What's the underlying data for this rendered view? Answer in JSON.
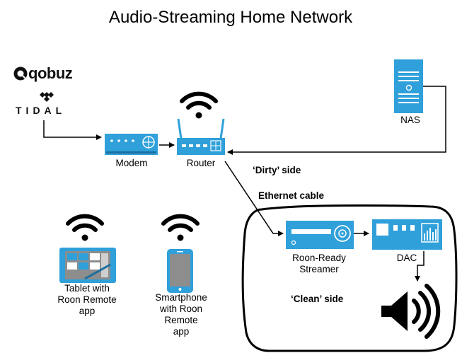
{
  "title": "Audio-Streaming Home Network",
  "services": {
    "qobuz": "qobuz",
    "tidal": "TIDAL"
  },
  "devices": {
    "modem": "Modem",
    "router": "Router",
    "nas": "NAS",
    "streamer": [
      "Roon-Ready",
      "Streamer"
    ],
    "dac": "DAC",
    "tablet": [
      "Tablet with",
      "Roon Remote",
      "app"
    ],
    "smartphone": [
      "Smartphone",
      "with Roon",
      "Remote",
      "app"
    ]
  },
  "annotations": {
    "dirty_side": "‘Dirty’ side",
    "ethernet": "Ethernet cable",
    "clean_side": "‘Clean’ side"
  },
  "colors": {
    "device_blue": "#2fa0da",
    "device_dark": "#1c6f9f",
    "line": "#000000"
  },
  "icons": [
    "wifi-icon",
    "speaker-icon",
    "qobuz-logo-icon",
    "tidal-logo-icon"
  ]
}
